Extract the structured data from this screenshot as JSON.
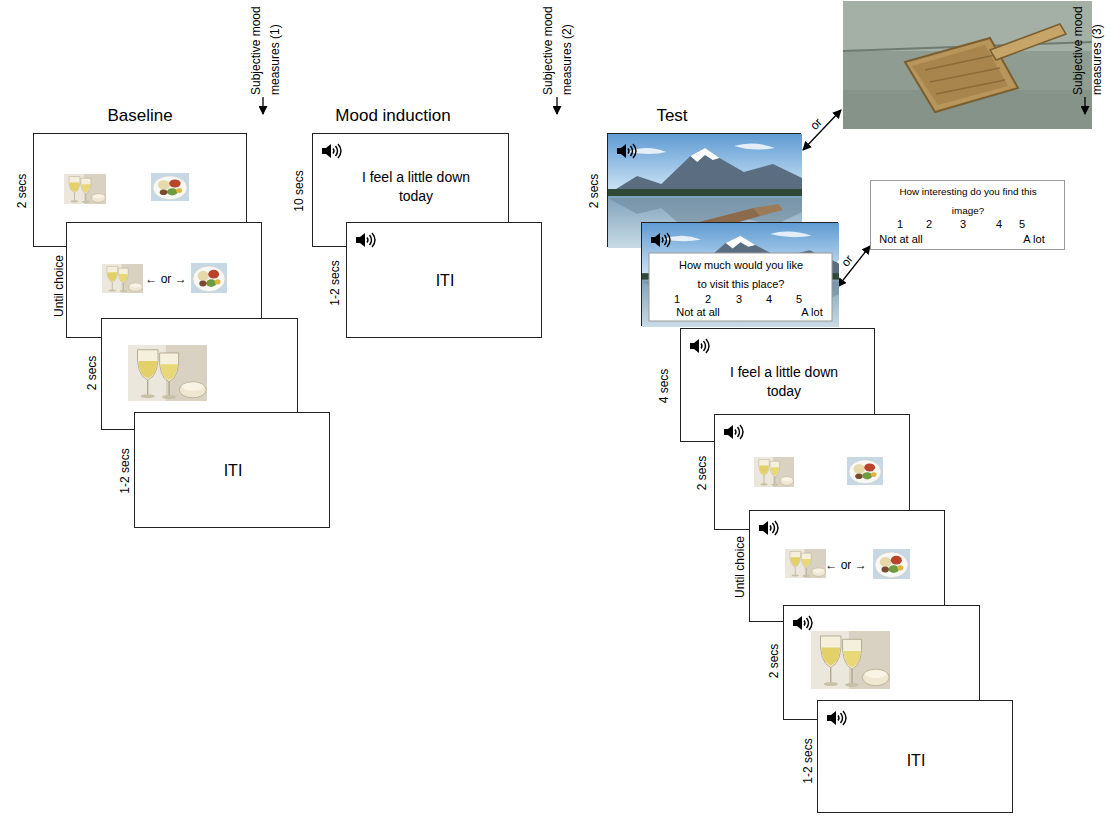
{
  "diagram": {
    "nodes": [
      {
        "text": [
          "2 secs"
        ]
      },
      {
        "text": [
          "Until choice",
          "← or →"
        ]
      },
      {
        "text": [
          "2 secs"
        ]
      },
      {
        "text": [
          "1-2 secs",
          "ITI"
        ]
      },
      {
        "text": [
          "10 secs",
          "I feel a little down today"
        ]
      },
      {
        "text": [
          "1-2 secs",
          "ITI"
        ]
      },
      {
        "text": [
          "2 secs"
        ]
      },
      {
        "text": [
          "How much would you like to visit this place?",
          "1",
          "2",
          "3",
          "4",
          "5",
          "Not at all",
          "A lot"
        ]
      },
      {
        "text": [
          "How interesting do you find this image?",
          "1",
          "2",
          "3",
          "4",
          "5",
          "Not at all",
          "A lot"
        ]
      },
      {
        "text": [
          "4 secs",
          "I feel a little down today"
        ]
      },
      {
        "text": [
          "2 secs"
        ]
      },
      {
        "text": [
          "Until choice",
          "← or →"
        ]
      },
      {
        "text": [
          "2 secs"
        ]
      },
      {
        "text": [
          "1-2 secs",
          "ITI"
        ]
      }
    ],
    "edges": [
      {
        "from": 7,
        "to": 8,
        "arrow": "both",
        "label": "or"
      }
    ],
    "labels": [
      "Baseline",
      "Mood induction",
      "Test",
      "Subjective mood measures (1)",
      "Subjective mood measures (2)",
      "Subjective mood measures (3)",
      "or"
    ]
  }
}
